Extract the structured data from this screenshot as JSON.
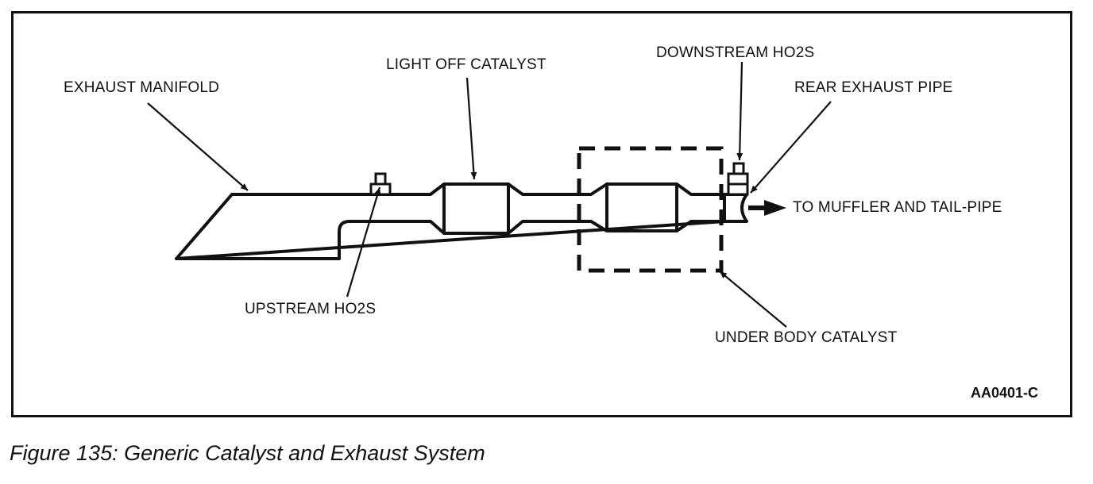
{
  "diagram": {
    "labels": {
      "exhaust_manifold": "EXHAUST MANIFOLD",
      "light_off_catalyst": "LIGHT OFF CATALYST",
      "downstream_ho2s": "DOWNSTREAM HO2S",
      "rear_exhaust_pipe": "REAR EXHAUST PIPE",
      "to_muffler": "TO MUFFLER AND TAIL-PIPE",
      "upstream_ho2s": "UPSTREAM HO2S",
      "under_body_catalyst": "UNDER BODY CATALYST"
    },
    "figure_code": "AA0401-C"
  },
  "caption": "Figure 135: Generic Catalyst and Exhaust System"
}
